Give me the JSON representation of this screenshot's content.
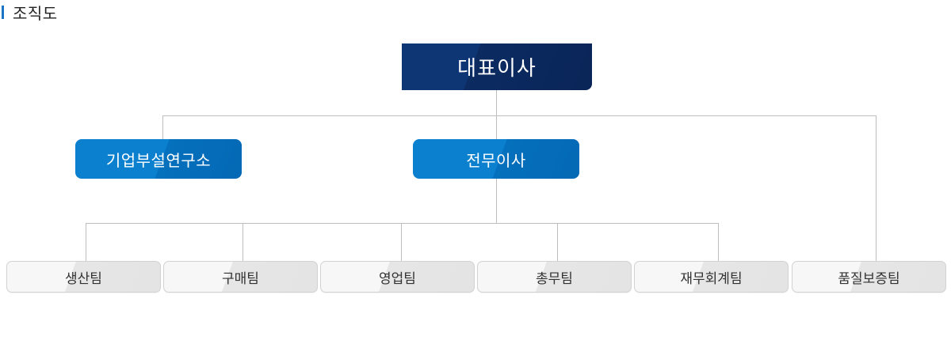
{
  "heading": {
    "title": "조직도",
    "accent_color": "#1a73c5"
  },
  "org_chart": {
    "root": "대표이사",
    "level2": [
      "기업부설연구소",
      "전무이사"
    ],
    "teams_under_executive": [
      "생산팀",
      "구매팀",
      "영업팀",
      "총무팀",
      "재무회계팀"
    ],
    "teams_under_ceo": [
      "품질보증팀"
    ]
  },
  "colors": {
    "ceo_box": "#0f3674",
    "level2_box": "#0a80cf",
    "team_box": "#f2f2f2",
    "connector": "#bdbdbd"
  }
}
